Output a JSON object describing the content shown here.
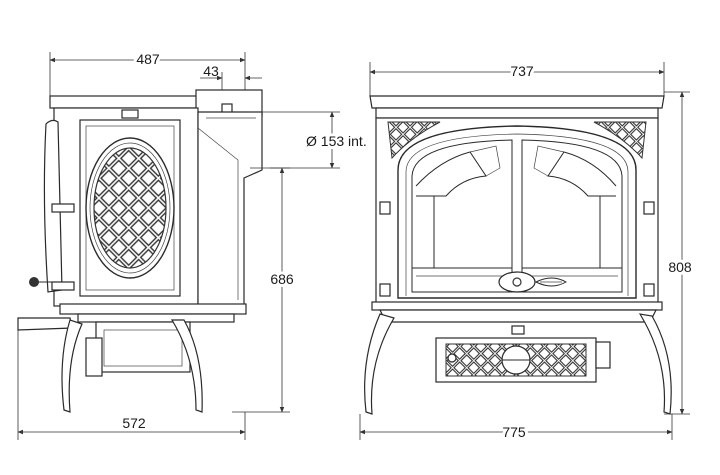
{
  "dimensions": {
    "side_depth": "487",
    "flue_offset": "43",
    "flue_diameter": "Ø 153 int.",
    "side_height": "686",
    "side_total_depth": "572",
    "front_width": "737",
    "front_height": "808",
    "front_total_width": "775"
  },
  "colors": {
    "line": "#2a2a2a",
    "background": "#ffffff"
  }
}
